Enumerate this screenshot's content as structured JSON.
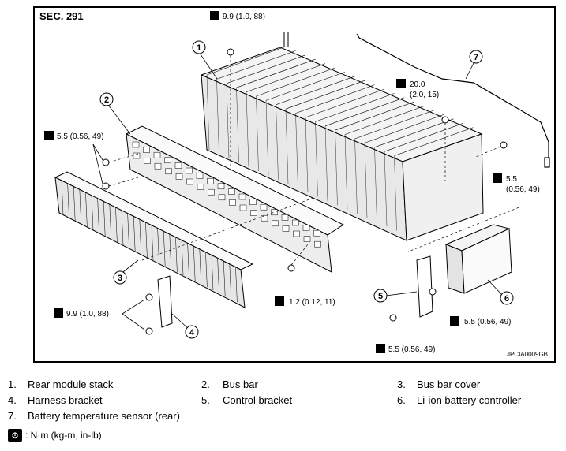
{
  "section": "SEC. 291",
  "figure_code": "JPCIA0009GB",
  "torques": {
    "t1": "9.9 (1.0, 88)",
    "t2a": "20.0",
    "t2b": "(2.0, 15)",
    "t3": "5.5 (0.56, 49)",
    "t4a": "5.5",
    "t4b": "(0.56, 49)",
    "t5": "1.2 (0.12, 11)",
    "t6": "9.9 (1.0, 88)",
    "t7": "5.5 (0.56, 49)",
    "t8": "5.5 (0.56, 49)"
  },
  "callouts": [
    "1",
    "2",
    "3",
    "4",
    "5",
    "6",
    "7"
  ],
  "legend": [
    {
      "num": "1.",
      "label": "Rear module stack"
    },
    {
      "num": "2.",
      "label": "Bus bar"
    },
    {
      "num": "3.",
      "label": "Bus bar cover"
    },
    {
      "num": "4.",
      "label": "Harness bracket"
    },
    {
      "num": "5.",
      "label": "Control bracket"
    },
    {
      "num": "6.",
      "label": "Li-ion battery controller"
    },
    {
      "num": "7.",
      "label": "Battery temperature sensor (rear)"
    }
  ],
  "unit_note": ": N·m (kg-m, in-lb)",
  "icons": {
    "torque": "torque-wrench-icon"
  }
}
